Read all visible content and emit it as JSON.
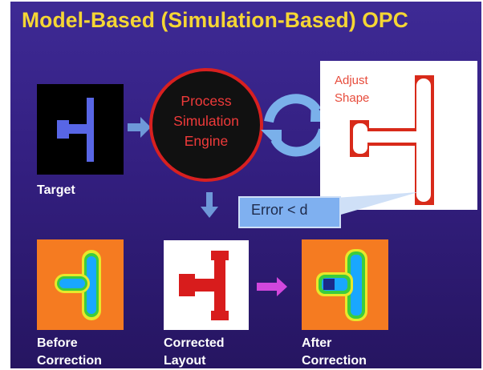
{
  "title": "Model-Based (Simulation-Based) OPC",
  "engine": {
    "line1": "Process",
    "line2": "Simulation",
    "line3": "Engine"
  },
  "adjust": {
    "line1": "Adjust",
    "line2": "Shape"
  },
  "error_box": "Error < d",
  "labels": {
    "target": "Target",
    "before_line1": "Before",
    "before_line2": "Correction",
    "corrected_line1": "Corrected",
    "corrected_line2": "Layout",
    "after_line1": "After",
    "after_line2": "Correction"
  },
  "colors": {
    "title": "#f5d634",
    "engine_fill": "#e52020",
    "engine_text": "#ef3a3a",
    "arrow_blue": "#6e98d8",
    "arrow_magenta": "#d247dd",
    "sim_orange": "#f57b21"
  }
}
